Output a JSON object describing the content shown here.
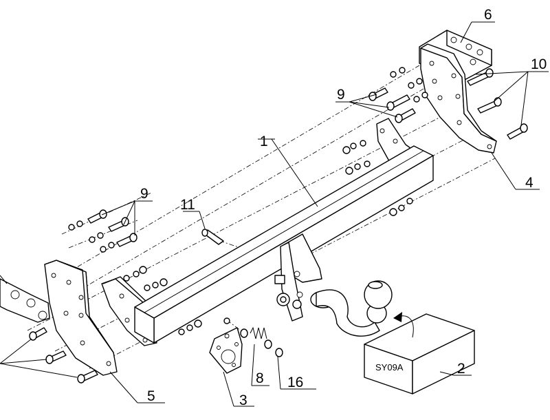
{
  "callouts": {
    "c1": "1",
    "c2": "2",
    "c3": "3",
    "c4": "4",
    "c5": "5",
    "c6": "6",
    "c8": "8",
    "c9_top": "9",
    "c9_left": "9",
    "c10": "10",
    "c11": "11",
    "c16": "16"
  },
  "package_label": "SY09A",
  "colors": {
    "line": "#000000",
    "background": "#ffffff"
  }
}
